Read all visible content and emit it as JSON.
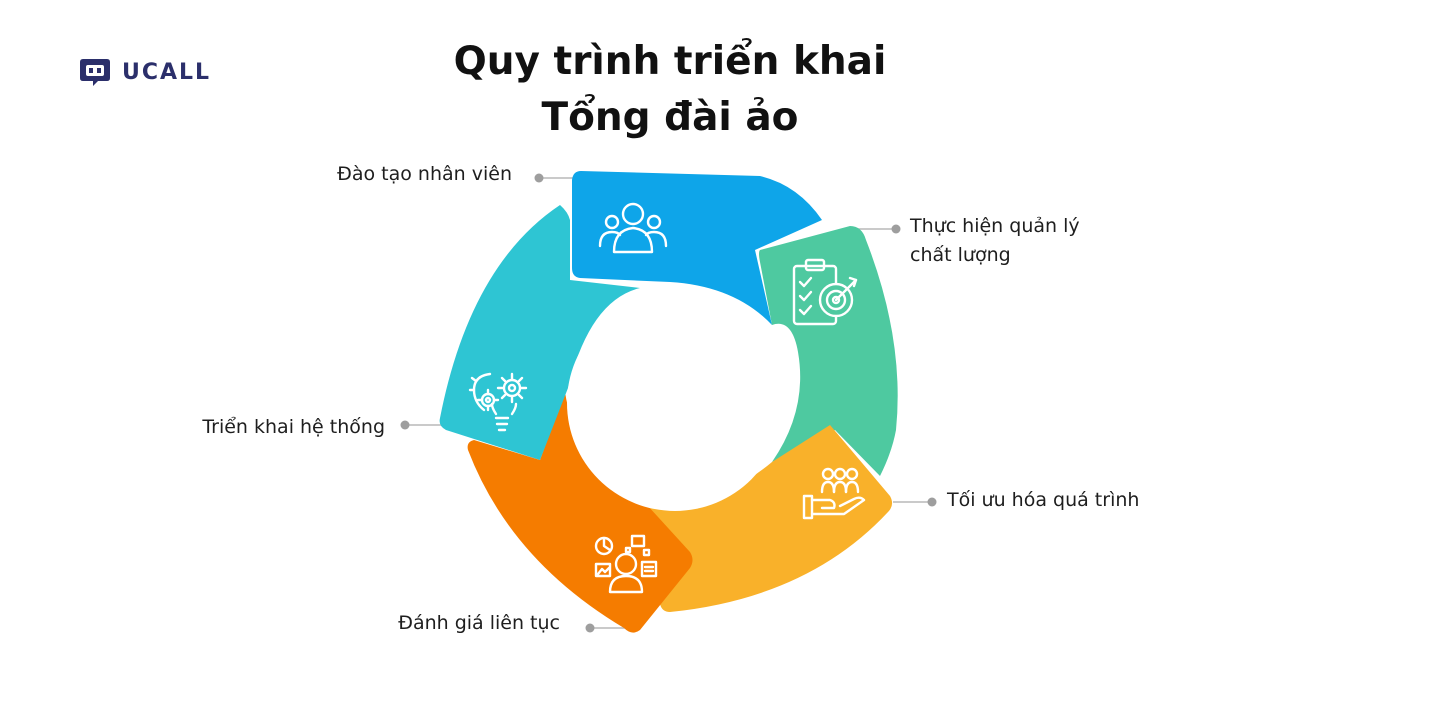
{
  "brand": {
    "name": "UCALL"
  },
  "title": {
    "line1": "Quy trình triển khai",
    "line2": "Tổng đài ảo"
  },
  "steps": [
    {
      "label": "Đào tạo nhân viên",
      "color": "#0ea5e9",
      "icon": "people-group-icon"
    },
    {
      "label_line1": "Thực hiện quản lý",
      "label_line2": "chất lượng",
      "color": "#4ec9a0",
      "icon": "clipboard-target-icon"
    },
    {
      "label": "Tối ưu hóa quá trình",
      "color": "#f9b12a",
      "icon": "hand-people-icon"
    },
    {
      "label": "Đánh giá liên tục",
      "color": "#f57c00",
      "icon": "person-analytics-icon"
    },
    {
      "label": "Triển khai hệ thống",
      "color": "#2ec5d3",
      "icon": "bulb-gear-icon"
    }
  ]
}
